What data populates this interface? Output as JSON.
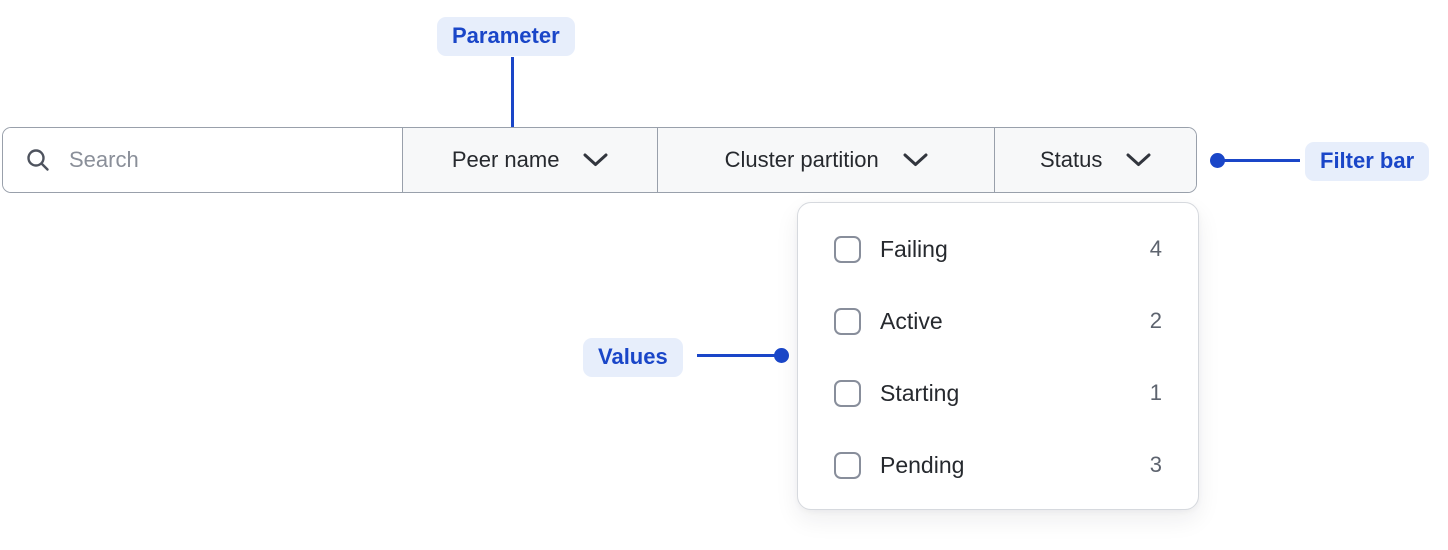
{
  "annotations": {
    "parameter": {
      "label": "Parameter"
    },
    "filter_bar": {
      "label": "Filter bar"
    },
    "values": {
      "label": "Values"
    }
  },
  "filter_bar": {
    "search": {
      "placeholder": "Search",
      "value": ""
    },
    "parameters": [
      {
        "label": "Peer name"
      },
      {
        "label": "Cluster partition"
      },
      {
        "label": "Status"
      }
    ]
  },
  "dropdown": {
    "options": [
      {
        "label": "Failing",
        "count": 4,
        "checked": false
      },
      {
        "label": "Active",
        "count": 2,
        "checked": false
      },
      {
        "label": "Starting",
        "count": 1,
        "checked": false
      },
      {
        "label": "Pending",
        "count": 3,
        "checked": false
      }
    ]
  },
  "colors": {
    "accent_blue": "#1a46c8",
    "badge_background": "#e7eefb",
    "bar_border": "#99a0ab",
    "segment_background": "#f7f8f9",
    "text_primary": "#26292e",
    "text_muted": "#5d636e"
  }
}
